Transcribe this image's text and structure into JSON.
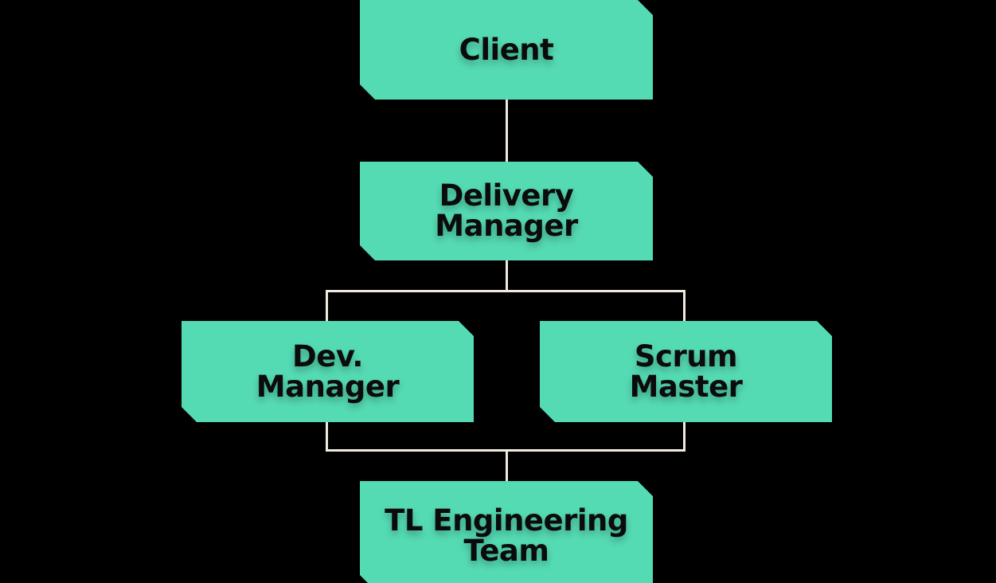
{
  "diagram": {
    "type": "org-chart",
    "colors": {
      "background": "#000000",
      "node_fill": "#55DBB4",
      "node_text": "#0b0b0b",
      "connector": "#F1EAE0"
    },
    "nodes": [
      {
        "id": "client",
        "label": "Client",
        "lines": [
          "Client"
        ]
      },
      {
        "id": "delivery-manager",
        "label": "Delivery Manager",
        "lines": [
          "Delivery",
          "Manager"
        ]
      },
      {
        "id": "dev-manager",
        "label": "Dev. Manager",
        "lines": [
          "Dev.",
          "Manager"
        ]
      },
      {
        "id": "scrum-master",
        "label": "Scrum Master",
        "lines": [
          "Scrum",
          "Master"
        ]
      },
      {
        "id": "tl-engineering-team",
        "label": "TL Engineering Team",
        "lines": [
          "TL Engineering",
          "Team"
        ]
      }
    ],
    "edges": [
      {
        "from": "client",
        "to": "delivery-manager"
      },
      {
        "from": "delivery-manager",
        "to": "dev-manager"
      },
      {
        "from": "delivery-manager",
        "to": "scrum-master"
      },
      {
        "from": "dev-manager",
        "to": "tl-engineering-team"
      },
      {
        "from": "scrum-master",
        "to": "tl-engineering-team"
      }
    ]
  }
}
